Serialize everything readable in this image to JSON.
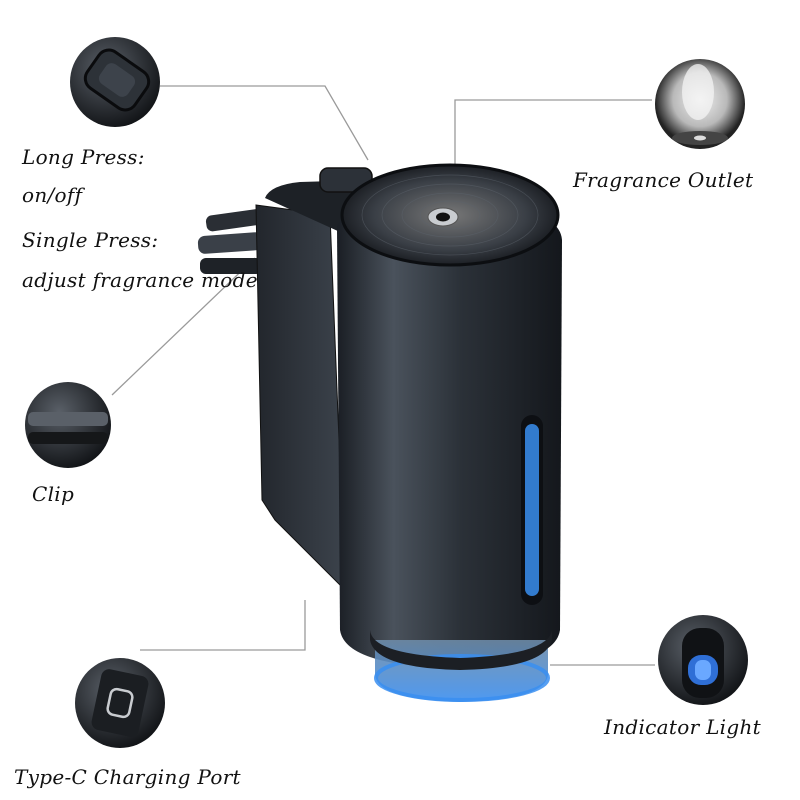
{
  "annotations": {
    "button_lines": [
      "Long Press:",
      "on/off",
      "Single Press:",
      "adjust fragrance mode"
    ],
    "fragrance_outlet": "Fragrance Outlet",
    "clip": "Clip",
    "charging_port": "Type-C Charging Port",
    "indicator_light": "Indicator Light"
  },
  "colors": {
    "body": "#2a2f36",
    "accent_light": "#3a8ef0",
    "leader_line": "#9a9a9a"
  },
  "icons": [
    "button-detail-icon",
    "mist-detail-icon",
    "clip-detail-icon",
    "usb-c-detail-icon",
    "indicator-detail-icon"
  ]
}
